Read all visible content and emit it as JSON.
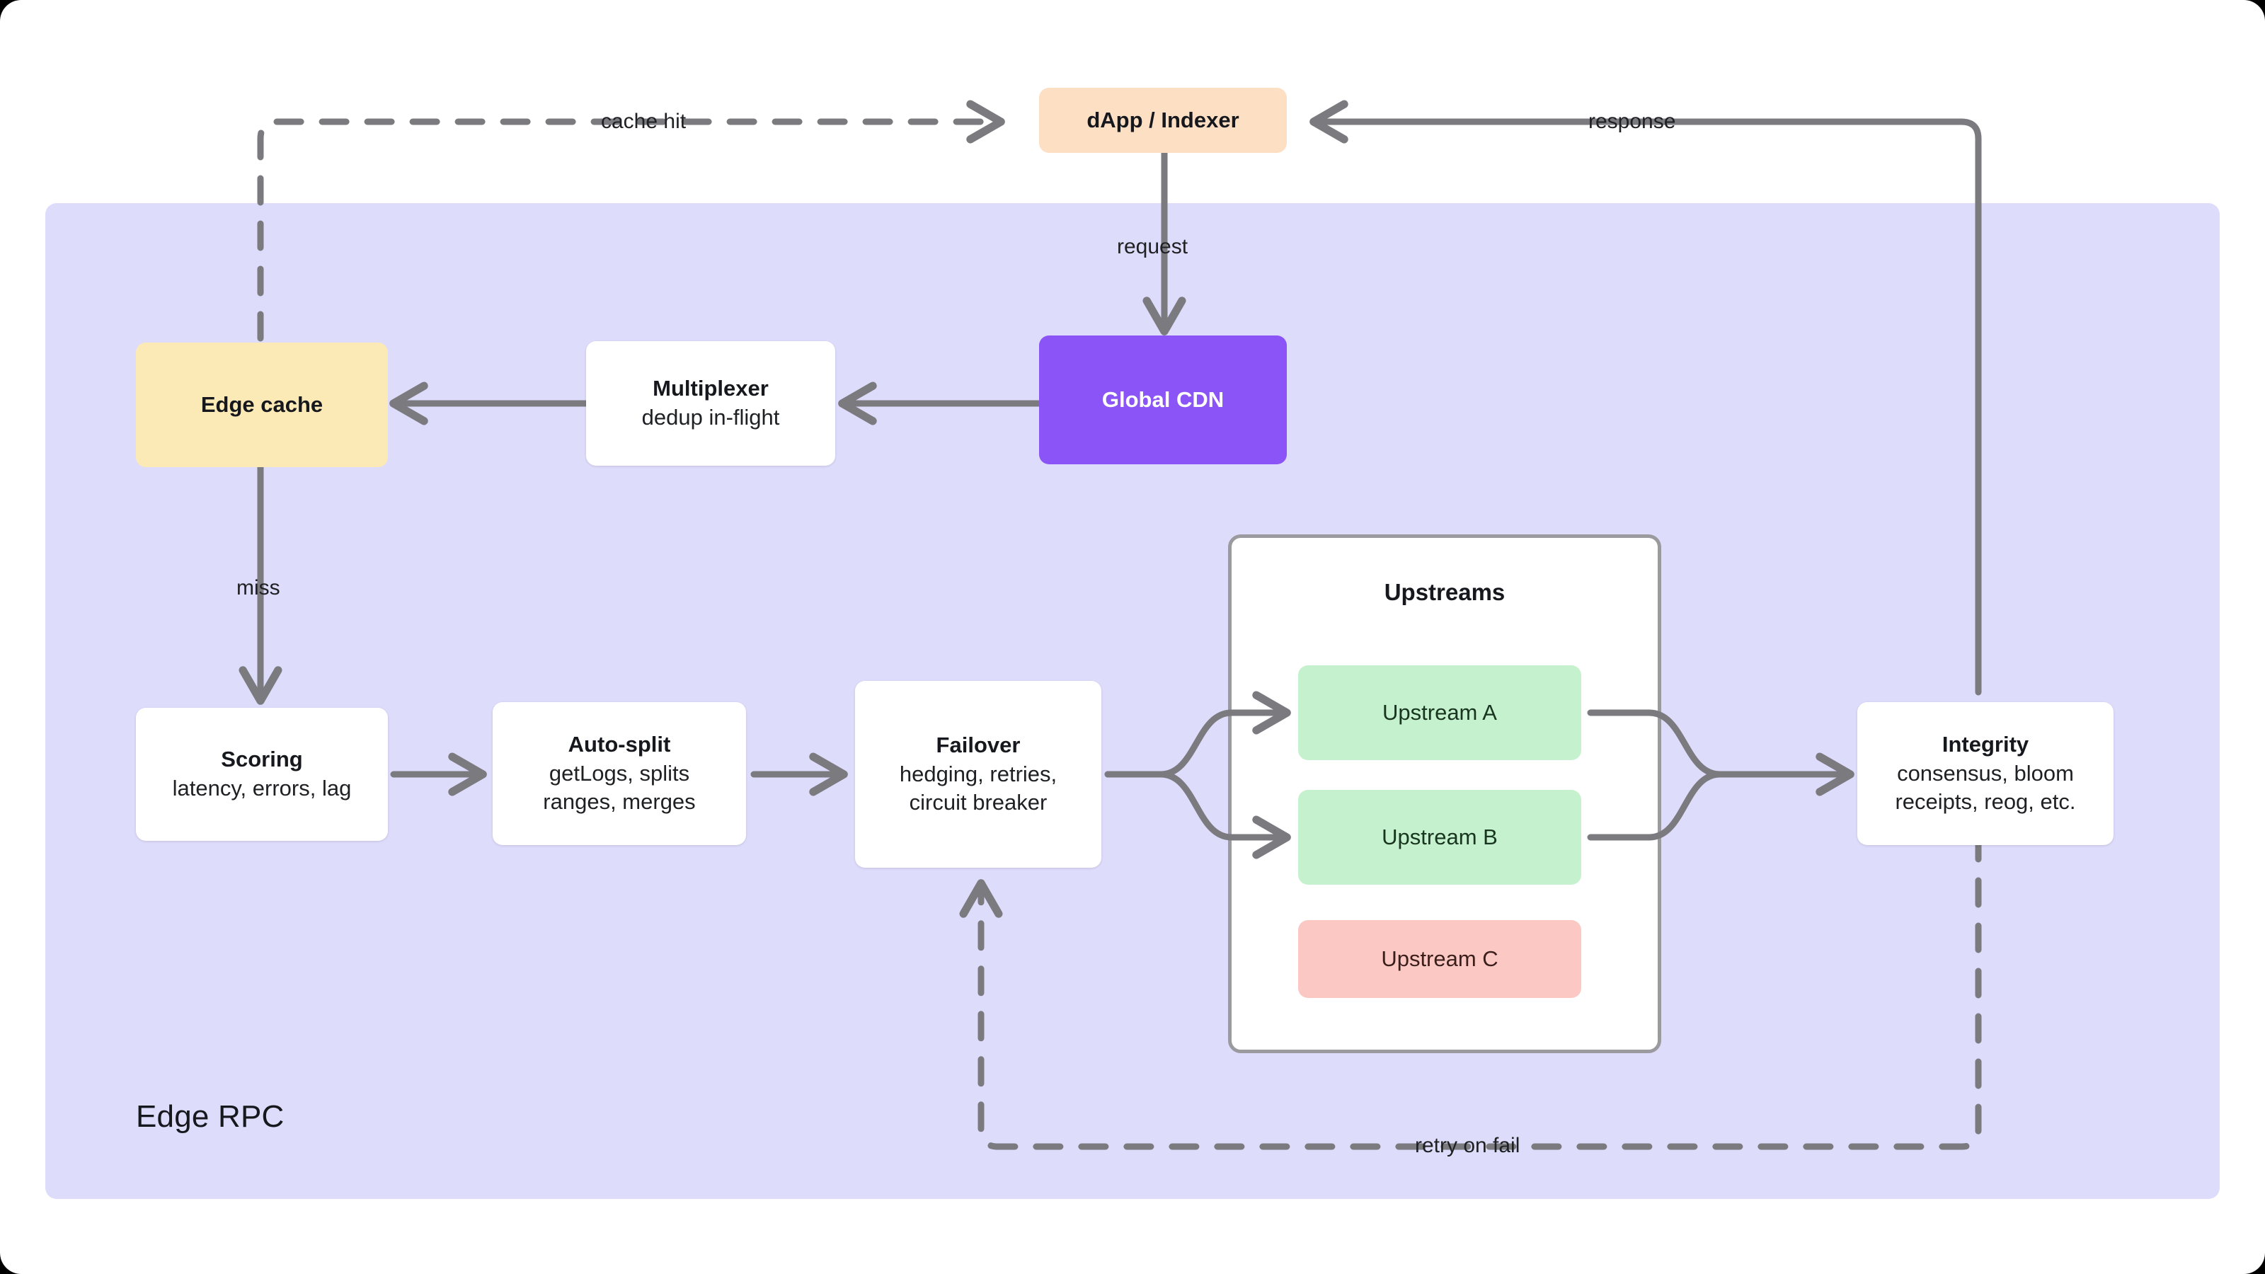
{
  "diagram": {
    "title": "Edge RPC architecture flow",
    "container_label": "Edge RPC",
    "cluster_label": "Upstreams",
    "colors": {
      "panel_bg": "#DEDCFB",
      "cdn": "#8B54F7",
      "dapp": "#FDE0C4",
      "edge_cache": "#FCEAB6",
      "upstream_healthy": "#C6F1CE",
      "upstream_failed": "#FBC8C3",
      "node_bg": "#FFFFFF",
      "edge_stroke": "#7A7A7F",
      "cluster_border": "#9A9A9F"
    },
    "nodes": [
      {
        "id": "dapp",
        "title": "dApp / Indexer",
        "subtitle": ""
      },
      {
        "id": "cdn",
        "title": "Global CDN",
        "subtitle": ""
      },
      {
        "id": "multiplexer",
        "title": "Multiplexer",
        "subtitle": "dedup in-flight"
      },
      {
        "id": "edge_cache",
        "title": "Edge cache",
        "subtitle": ""
      },
      {
        "id": "scoring",
        "title": "Scoring",
        "subtitle": "latency, errors, lag"
      },
      {
        "id": "autosplit",
        "title": "Auto-split",
        "subtitle_line1": "getLogs, splits",
        "subtitle_line2": "ranges, merges"
      },
      {
        "id": "failover",
        "title": "Failover",
        "subtitle_line1": "hedging, retries,",
        "subtitle_line2": "circuit breaker"
      },
      {
        "id": "upstream_a",
        "title": "Upstream A",
        "subtitle": ""
      },
      {
        "id": "upstream_b",
        "title": "Upstream B",
        "subtitle": ""
      },
      {
        "id": "upstream_c",
        "title": "Upstream C",
        "subtitle": ""
      },
      {
        "id": "integrity",
        "title": "Integrity",
        "subtitle_line1": "consensus, bloom",
        "subtitle_line2": "receipts, reog, etc."
      }
    ],
    "edges": [
      {
        "id": "e_cache_hit",
        "from": "edge_cache",
        "to": "dapp",
        "label": "cache hit",
        "style": "dashed"
      },
      {
        "id": "e_request",
        "from": "dapp",
        "to": "cdn",
        "label": "request",
        "style": "solid"
      },
      {
        "id": "e_cdn_mux",
        "from": "cdn",
        "to": "multiplexer",
        "label": "",
        "style": "solid"
      },
      {
        "id": "e_mux_cache",
        "from": "multiplexer",
        "to": "edge_cache",
        "label": "",
        "style": "solid"
      },
      {
        "id": "e_miss",
        "from": "edge_cache",
        "to": "scoring",
        "label": "miss",
        "style": "solid"
      },
      {
        "id": "e_score_split",
        "from": "scoring",
        "to": "autosplit",
        "label": "",
        "style": "solid"
      },
      {
        "id": "e_split_fail",
        "from": "autosplit",
        "to": "failover",
        "label": "",
        "style": "solid"
      },
      {
        "id": "e_fail_a",
        "from": "failover",
        "to": "upstream_a",
        "label": "",
        "style": "solid"
      },
      {
        "id": "e_fail_b",
        "from": "failover",
        "to": "upstream_b",
        "label": "",
        "style": "solid"
      },
      {
        "id": "e_a_int",
        "from": "upstream_a",
        "to": "integrity",
        "label": "",
        "style": "solid"
      },
      {
        "id": "e_b_int",
        "from": "upstream_b",
        "to": "integrity",
        "label": "",
        "style": "solid"
      },
      {
        "id": "e_response",
        "from": "integrity",
        "to": "dapp",
        "label": "response",
        "style": "solid"
      },
      {
        "id": "e_retry",
        "from": "integrity",
        "to": "failover",
        "label": "retry on fail",
        "style": "dashed"
      }
    ]
  }
}
